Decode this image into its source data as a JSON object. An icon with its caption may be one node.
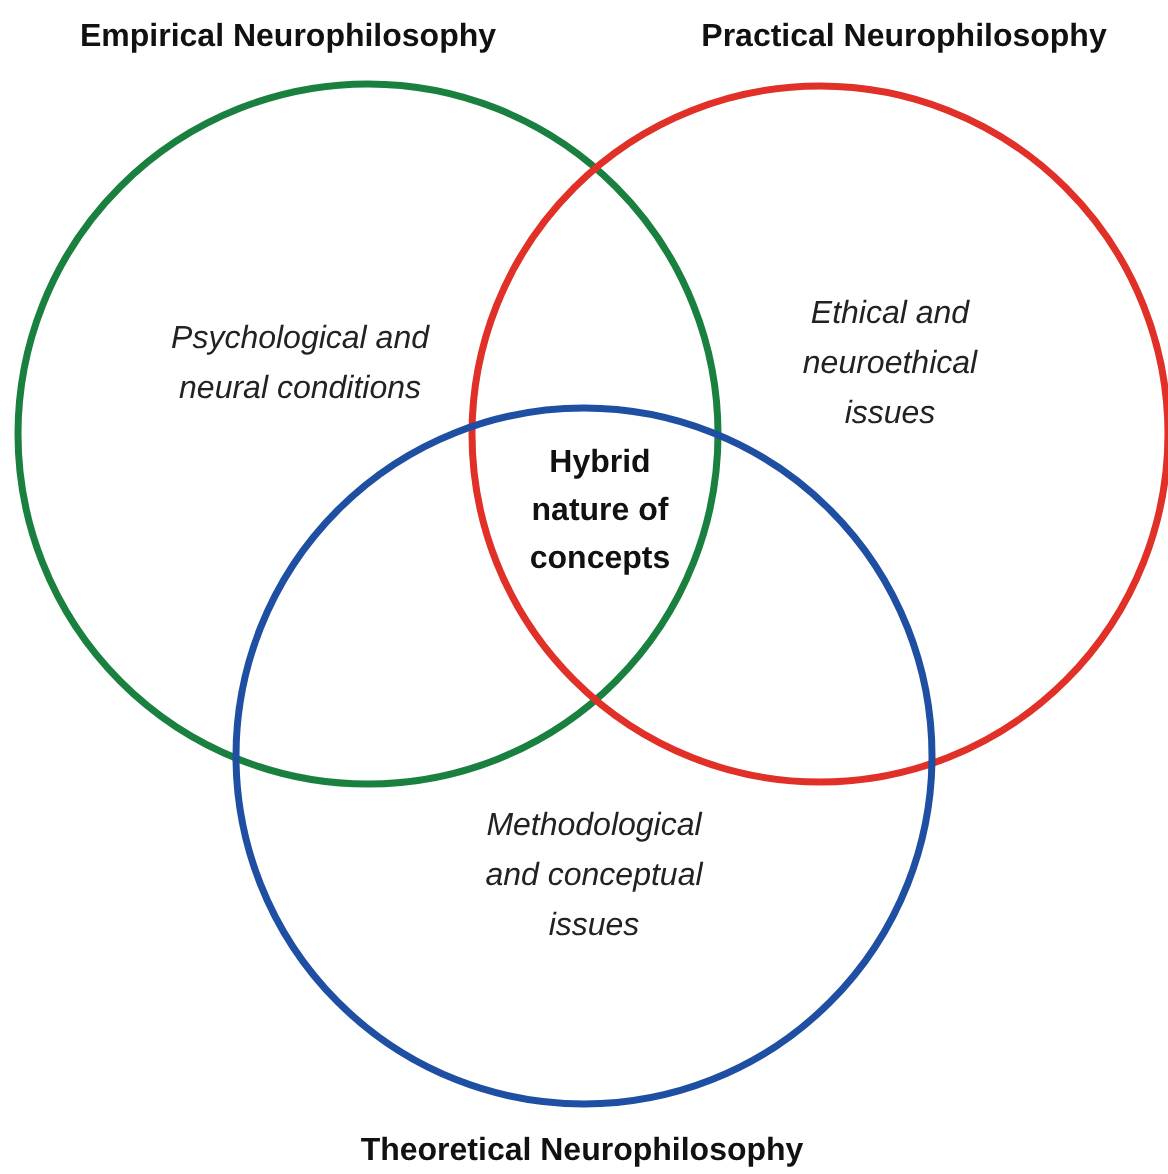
{
  "diagram": {
    "nodes": [
      {
        "text": [
          "Empirical Neurophilosophy",
          "Psychological and neural conditions"
        ]
      },
      {
        "text": [
          "Practical Neurophilosophy",
          "Ethical and neuroethical issues"
        ]
      },
      {
        "text": [
          "Methodological and conceptual issues",
          "Theoretical Neurophilosophy"
        ]
      }
    ],
    "labels": [
      "Hybrid nature of concepts"
    ]
  }
}
